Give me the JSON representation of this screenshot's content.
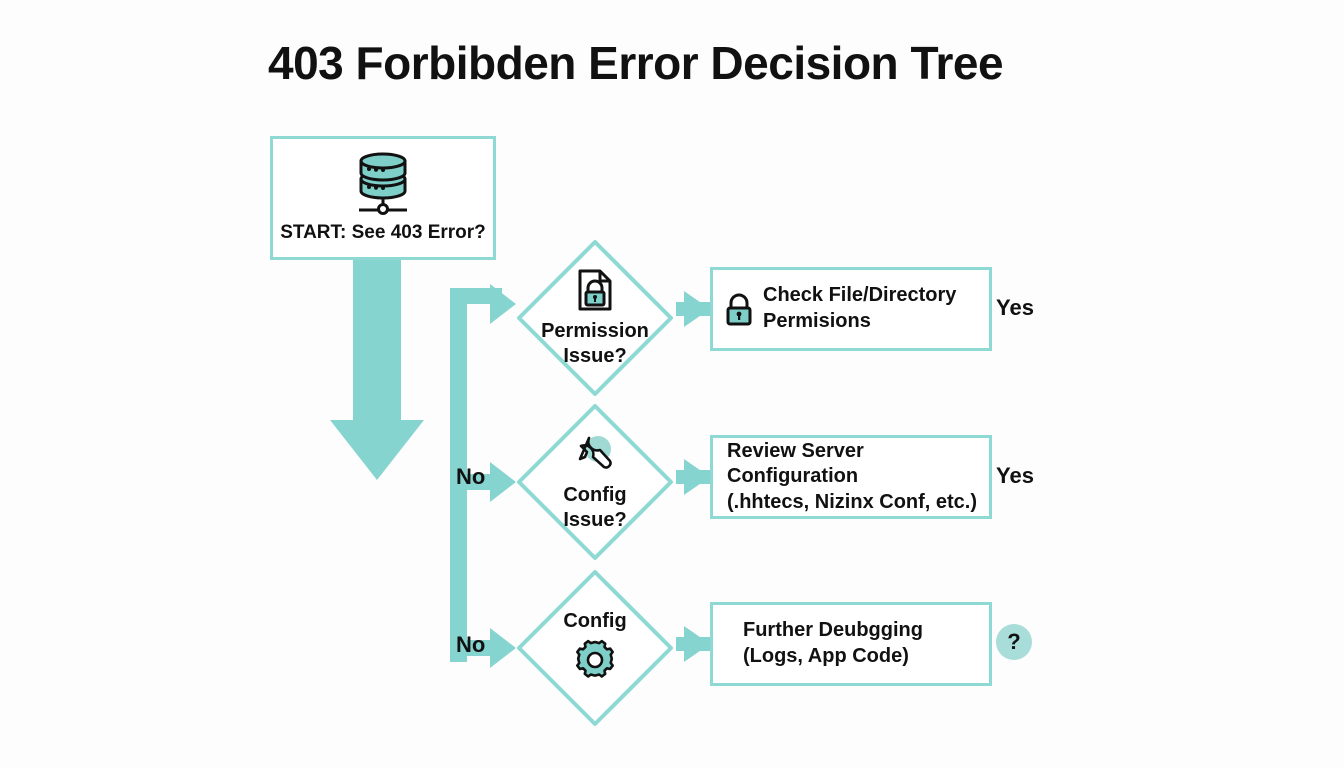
{
  "title": "403 Forbibden Error Decision Tree",
  "colors": {
    "teal_arrow": "#86d4d0",
    "teal_border": "#8ed9d4",
    "teal_fill": "#7fcfc9",
    "badge_bg": "#a8ddd9",
    "text": "#111111",
    "background": "#fdfdfd"
  },
  "start": {
    "label": "START: See 403 Error?",
    "icon": "database-stack-icon"
  },
  "decisions": [
    {
      "id": "permission",
      "text_line1": "Permission",
      "text_line2": "Issue?",
      "icon": "document-lock-icon",
      "in_label": "",
      "out_label": "Yes"
    },
    {
      "id": "config-issue",
      "text_line1": "Config",
      "text_line2": "Issue?",
      "icon": "wrench-icon",
      "in_label": "No",
      "out_label": "Yes"
    },
    {
      "id": "config",
      "text_line1": "Config",
      "text_line2": "",
      "icon": "gear-icon",
      "in_label": "No",
      "out_label": "?"
    }
  ],
  "results": [
    {
      "id": "check-permissions",
      "text_line1": "Check File/Directory",
      "text_line2": "Permisions",
      "icon": "padlock-icon",
      "side_label": "Yes"
    },
    {
      "id": "review-config",
      "text_line1": "Review Server Configuration",
      "text_line2": "(.hhtecs, Nizinx Conf, etc.)",
      "icon": "",
      "side_label": "Yes"
    },
    {
      "id": "further-debugging",
      "text_line1": "Further Deubgging",
      "text_line2": "(Logs, App Code)",
      "icon": "",
      "side_label": "?"
    }
  ],
  "edge_labels": {
    "no_1": "No",
    "no_2": "No",
    "yes_1": "Yes",
    "yes_2": "Yes",
    "question": "?"
  }
}
